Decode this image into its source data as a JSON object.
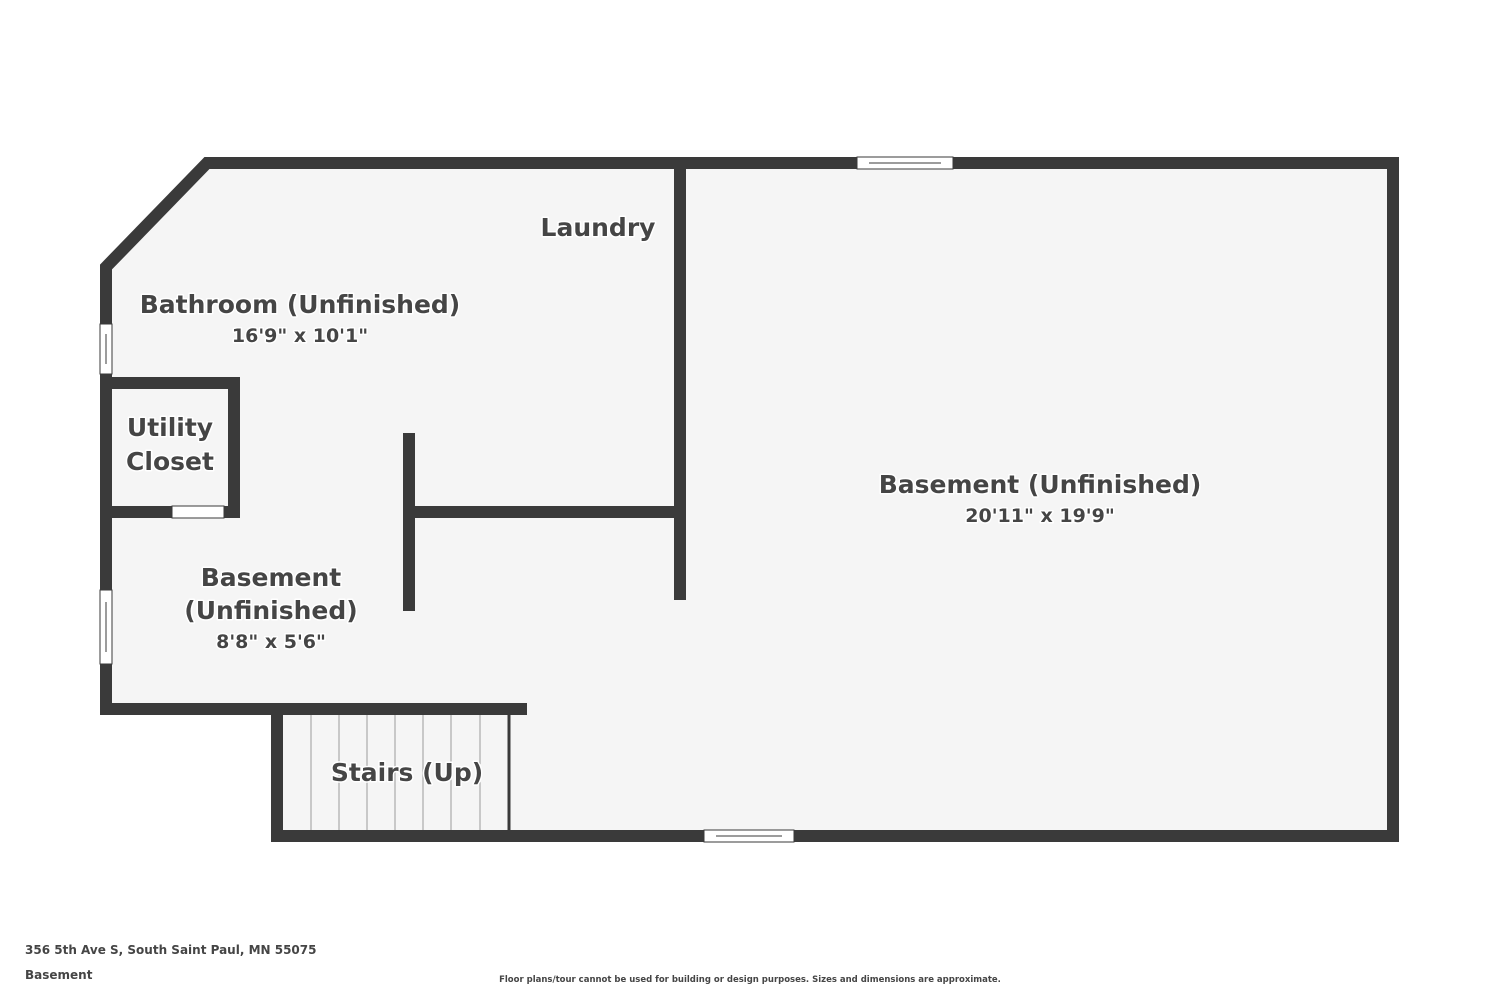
{
  "rooms": {
    "laundry": {
      "name": "Laundry"
    },
    "bathroom": {
      "name": "Bathroom (Unfinished)",
      "dims": "16'9\" x 10'1\""
    },
    "utility_closet": {
      "name_line1": "Utility",
      "name_line2": "Closet"
    },
    "basement_small": {
      "name_line1": "Basement",
      "name_line2": "(Unfinished)",
      "dims": "8'8\" x 5'6\""
    },
    "basement_main": {
      "name": "Basement (Unfinished)",
      "dims": "20'11\" x 19'9\""
    },
    "stairs": {
      "name": "Stairs (Up)"
    }
  },
  "footer": {
    "address": "356 5th Ave S, South Saint Paul, MN 55075",
    "floor_name": "Basement",
    "disclaimer": "Floor plans/tour cannot be used for building or design purposes. Sizes and dimensions are approximate."
  },
  "colors": {
    "wall": "#3a3a3a",
    "floor": "#f5f5f5",
    "text": "#454545",
    "window": "#ffffff"
  }
}
